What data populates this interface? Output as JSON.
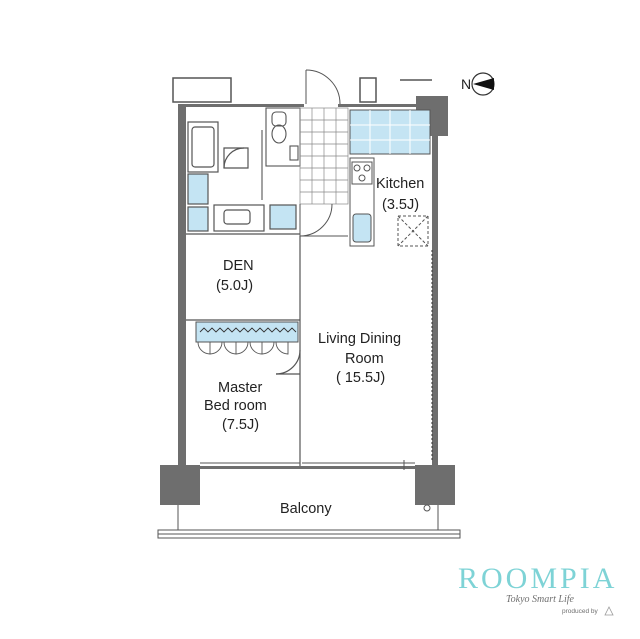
{
  "rooms": {
    "kitchen": {
      "name": "Kitchen",
      "size": "(3.5J)"
    },
    "den": {
      "name": "DEN",
      "size": "(5.0J)"
    },
    "living": {
      "name1": "Living Dining",
      "name2": "Room",
      "size": "( 15.5J)"
    },
    "master": {
      "name1": "Master",
      "name2": "Bed room",
      "size": "(7.5J)"
    },
    "balcony": {
      "name": "Balcony"
    }
  },
  "compass": {
    "label": "N"
  },
  "brand": {
    "name": "ROOMPIA",
    "tagline": "Tokyo Smart Life",
    "produced_by": "produced by"
  },
  "colors": {
    "wall": "#6e6e6e",
    "fixture_blue": "#c4e4f3",
    "line": "#555555",
    "brand_teal": "#7ed3d6"
  }
}
